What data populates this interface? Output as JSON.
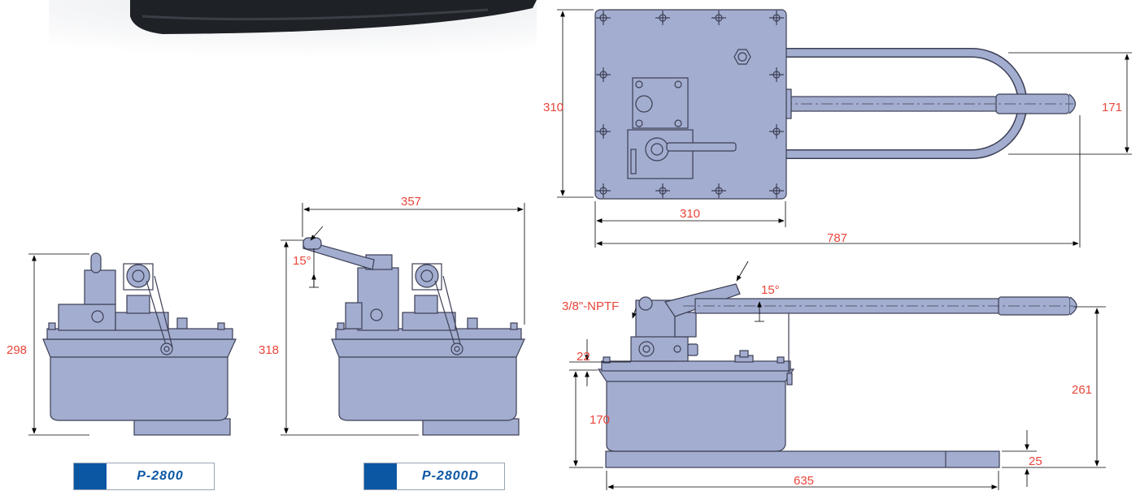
{
  "models": {
    "p2800": "P-2800",
    "p2800d": "P-2800D"
  },
  "dimensions": {
    "top_height": "310",
    "top_width": "310",
    "top_overall_length": "787",
    "top_handle_width": "171",
    "front_height_p2800": "298",
    "front_width_p2800d": "357",
    "front_height_p2800d": "318",
    "angle_front": "15°",
    "angle_side": "15°",
    "port_label": "3/8\"-NPTF",
    "side_top_offset": "22",
    "side_tank_height": "170",
    "side_total_height": "261",
    "side_base_thickness": "25",
    "side_length": "635"
  },
  "colors": {
    "body": "#a3adcf",
    "outline": "#3c3f55",
    "dimension": "#e8463b",
    "badge_accent": "#0b57a4"
  }
}
